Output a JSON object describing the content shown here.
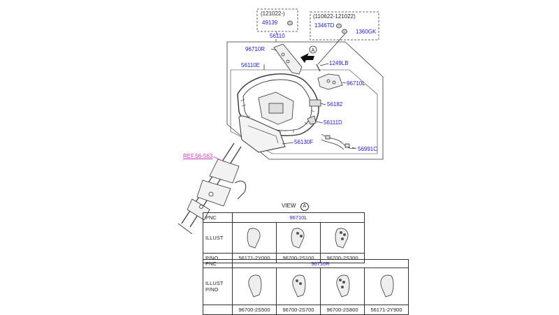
{
  "variant_boxes": {
    "left": {
      "header": "(121022-)",
      "part": "49139"
    },
    "right": {
      "header": "(110622-121022)",
      "part_a": "1346TD",
      "part_b": "1360GK"
    }
  },
  "labels": {
    "p56110": "56110",
    "p96710R": "96710R",
    "p56110E": "56110E",
    "p1249LB": "1249LB",
    "p96710L": "96710L",
    "p56182": "56182",
    "p56111D": "56111D",
    "p56130F": "56130F",
    "p56991C": "56991C",
    "view_marker": "A",
    "ref": "REF.56-563"
  },
  "view": {
    "label": "VIEW",
    "marker": "A"
  },
  "table_top": {
    "pnc_label": "PNC",
    "pnc_value": "96710L",
    "illust_label": "ILLUST",
    "pno_label": "P/NO",
    "parts": [
      "56171-2Y000",
      "96700-2S100",
      "96700-2S300"
    ]
  },
  "table_bottom": {
    "pnc_label": "PNC",
    "pnc_value": "96710R",
    "illust_label": "ILLUST",
    "pno_label": "P/NO",
    "parts": [
      "96700-2S500",
      "96700-2S700",
      "96700-2S800",
      "56171-2Y900"
    ]
  }
}
